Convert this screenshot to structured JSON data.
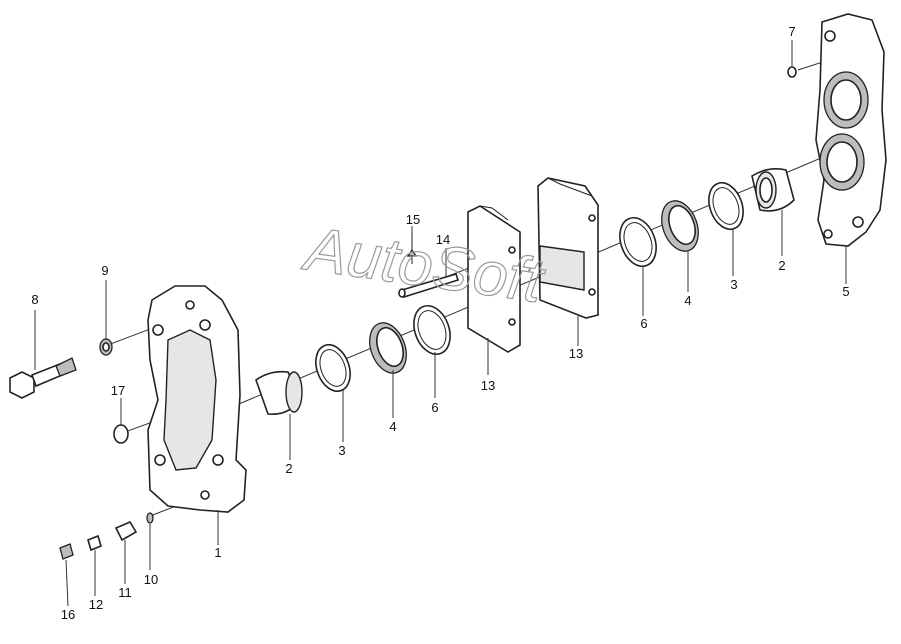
{
  "watermark": "AutoSoft",
  "callouts": {
    "c1": "1",
    "c2a": "2",
    "c2b": "2",
    "c3a": "3",
    "c3b": "3",
    "c4a": "4",
    "c4b": "4",
    "c5": "5",
    "c6a": "6",
    "c6b": "6",
    "c7": "7",
    "c8": "8",
    "c9": "9",
    "c10": "10",
    "c11": "11",
    "c12": "12",
    "c13a": "13",
    "c13b": "13",
    "c14": "14",
    "c15": "15",
    "c16": "16",
    "c17": "17"
  }
}
